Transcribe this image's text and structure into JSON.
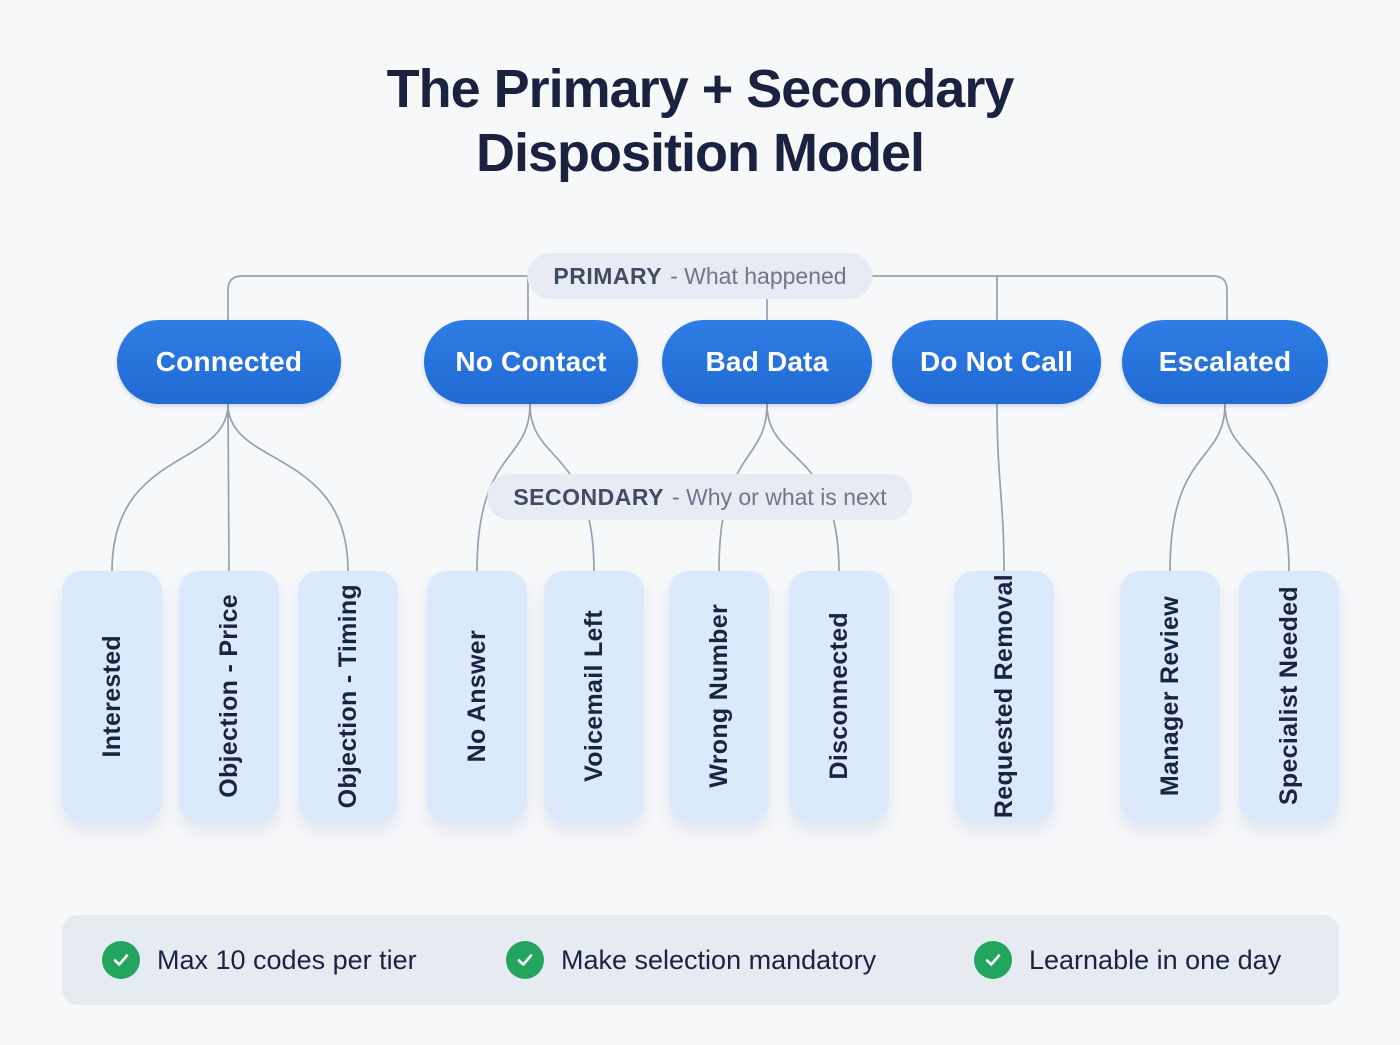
{
  "title": {
    "line1": "The Primary + Secondary",
    "line2": "Disposition Model"
  },
  "tier_labels": {
    "primary": {
      "name": "PRIMARY",
      "description": "- What happened"
    },
    "secondary": {
      "name": "SECONDARY",
      "description": "- Why or what is next"
    }
  },
  "nodes": {
    "primary": [
      {
        "label": "Connected",
        "children": [
          "Interested",
          "Objection - Price",
          "Objection - Timing"
        ]
      },
      {
        "label": "No Contact",
        "children": [
          "No Answer",
          "Voicemail Left"
        ]
      },
      {
        "label": "Bad Data",
        "children": [
          "Wrong Number",
          "Disconnected"
        ]
      },
      {
        "label": "Do Not Call",
        "children": [
          "Requested Removal"
        ]
      },
      {
        "label": "Escalated",
        "children": [
          "Manager Review",
          "Specialist Needed"
        ]
      }
    ],
    "secondary": [
      {
        "label": "Interested"
      },
      {
        "label": "Objection - Price"
      },
      {
        "label": "Objection - Timing"
      },
      {
        "label": "No Answer"
      },
      {
        "label": "Voicemail Left"
      },
      {
        "label": "Wrong Number"
      },
      {
        "label": "Disconnected"
      },
      {
        "label": "Requested Removal"
      },
      {
        "label": "Manager Review"
      },
      {
        "label": "Specialist Needed"
      }
    ]
  },
  "footer": {
    "items": [
      {
        "icon": "check-circle-icon",
        "label": "Max 10 codes per tier"
      },
      {
        "icon": "check-circle-icon",
        "label": "Make selection mandatory"
      },
      {
        "icon": "check-circle-icon",
        "label": "Learnable in one day"
      }
    ]
  },
  "colors": {
    "background": "#f7f8fa",
    "primary_pill_blue": "#2273db",
    "secondary_box_blue": "#dbe9fc",
    "connector_gray": "#97a1b3",
    "title_navy": "#1b2240",
    "tier_pill_gray": "#e8ebf3",
    "footer_bar_gray": "#e6eaf1",
    "check_green": "#23a55f"
  }
}
